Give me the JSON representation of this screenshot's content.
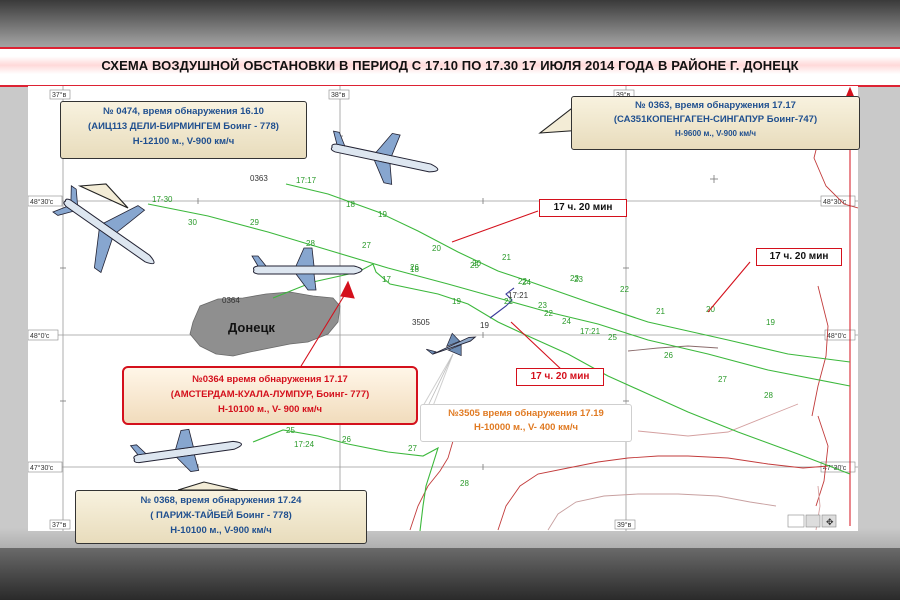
{
  "title": "СХЕМА ВОЗДУШНОЙ ОБСТАНОВКИ В ПЕРИОД С 17.10  ПО 17.30 17 ИЮЛЯ 2014 ГОДА В РАЙОНЕ Г. ДОНЕЦК",
  "grid_labels": {
    "lon_37": "37°в",
    "lon_38": "38°в",
    "lon_39": "39°в",
    "lat_48_30": "48°30'с",
    "lat_48": "48°0'с",
    "lat_47_30": "47°30'с"
  },
  "city": "Донецк",
  "track_labels": {
    "t0474_start": "17-30",
    "t0474_n": [
      "30",
      "29",
      "28",
      "27",
      "26",
      "25",
      "24",
      "23",
      "22",
      "21",
      "20",
      "19"
    ],
    "t0363_id": "0363",
    "t0363_start": "17:17",
    "t0363_n": [
      "18",
      "19",
      "20",
      "21",
      "22",
      "23"
    ],
    "t0364_id": "0364",
    "t0364_n": [
      "17",
      "18",
      "19",
      "20",
      "21",
      "22",
      "23",
      "24",
      "25",
      "26",
      "27",
      "28"
    ],
    "t3505_id": "3505",
    "t3505_times": [
      "17:21",
      "17:21",
      "19"
    ],
    "t0368_n": [
      "25",
      "17:24",
      "26",
      "27",
      "28"
    ]
  },
  "time_callouts": [
    "17 ч. 20 мин",
    "17 ч. 20 мин",
    "17 ч. 20 мин"
  ],
  "boxes": {
    "b0474": [
      "№ 0474, время обнаружения 16.10",
      "(АИЦ113 ДЕЛИ-БИРМИНГЕМ Боинг - 778)",
      "H-12100 м., V-900 км/ч"
    ],
    "b0363": [
      "№ 0363, время обнаружения 17.17",
      "(СА351КОПЕНГАГЕН-СИНГАПУР Боинг-747)",
      "Н-9600 м., V-900 км/ч"
    ],
    "b0364": [
      "№0364 время обнаружения 17.17",
      "(АМСТЕРДАМ-КУАЛА-ЛУМПУР, Боинг- 777)",
      "H-10100 м., V- 900 км/ч"
    ],
    "b3505": [
      "№3505 время обнаружения 17.19",
      "H-10000 м., V- 400 км/ч"
    ],
    "b0368": [
      "№ 0368, время обнаружения 17.24",
      "( ПАРИЖ-ТАЙБЕЙ Боинг - 778)",
      "H-10100 м., V-900 км/ч"
    ]
  },
  "colors": {
    "track": "#3cb83c",
    "accent": "#d4101c",
    "blue_text": "#1f4f8f",
    "orange_text": "#e07a22",
    "contour": "#c23b3b"
  }
}
